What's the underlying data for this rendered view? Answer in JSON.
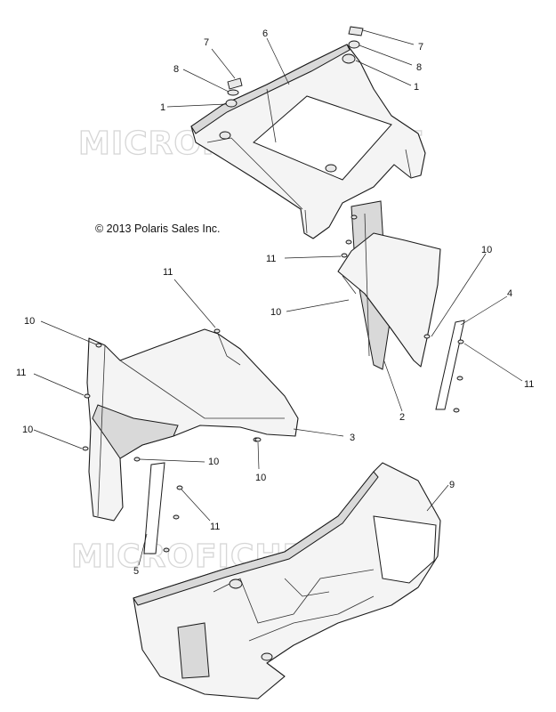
{
  "copyright": "© 2013 Polaris Sales Inc.",
  "watermarks": [
    "MICROFICHES.NET",
    "MICROFICHES.NET"
  ],
  "callouts": {
    "c7a": "7",
    "c8a": "8",
    "c1a": "1",
    "c6": "6",
    "c7b": "7",
    "c8b": "8",
    "c1b": "1",
    "c11a": "11",
    "c10a": "10",
    "c10b": "10",
    "c4": "4",
    "c11b": "11",
    "c2": "2",
    "c11c": "11",
    "c10c": "10",
    "c11d": "11",
    "c10d": "10",
    "c3": "3",
    "c10e": "10",
    "c10f": "10",
    "c11e": "11",
    "c5": "5",
    "c9": "9"
  }
}
